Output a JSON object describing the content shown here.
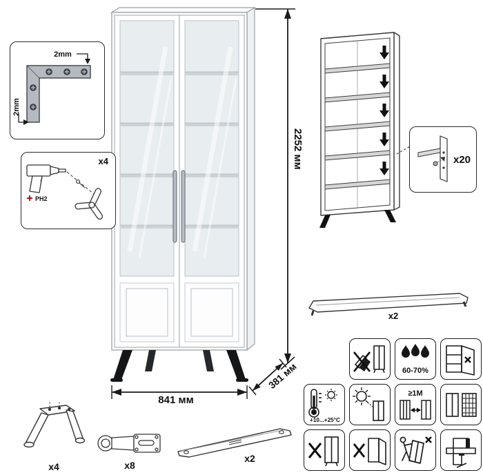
{
  "diagram": {
    "dimensions": {
      "height": "2252 мм",
      "width": "841 мм",
      "depth": "381 мм"
    },
    "corner_detail": {
      "gap_top": "2mm",
      "gap_left": "2mm"
    },
    "drill_detail": {
      "count": "x4",
      "bit": "PH2"
    },
    "shelf_pin_detail": {
      "count": "x20"
    },
    "handle_part": {
      "count": "x2"
    },
    "hardware": {
      "leg_count": "x4",
      "hinge_count": "x8",
      "bracket_count": "x2"
    },
    "care_symbols": {
      "humidity": "60-70%",
      "temperature": "+10...+25°C",
      "distance": "≥1M"
    }
  }
}
